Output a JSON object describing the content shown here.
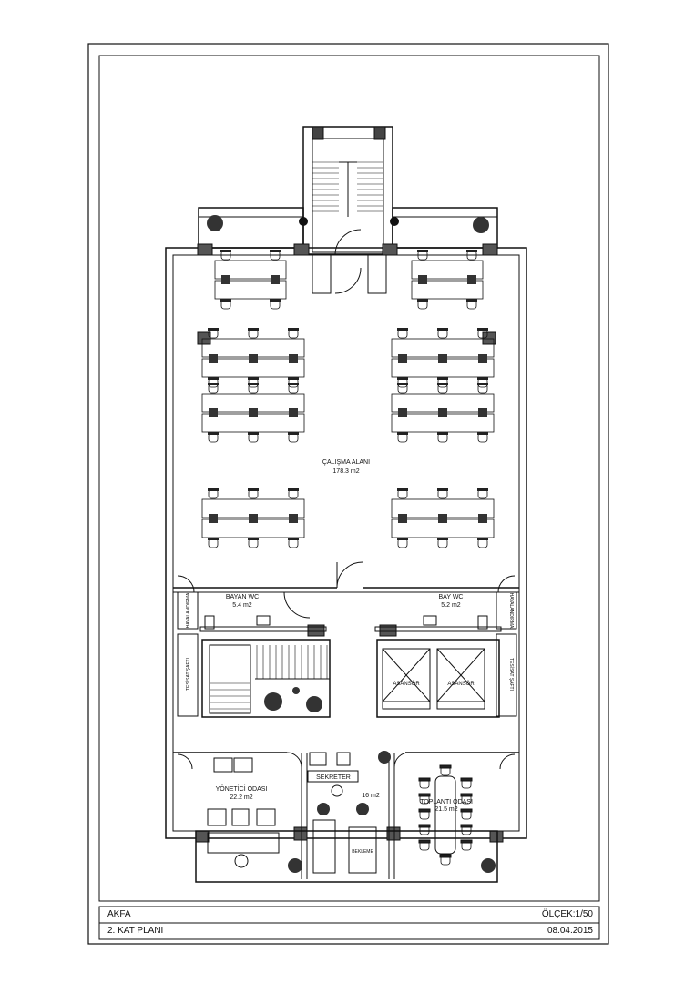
{
  "title_block": {
    "project": "AKFA",
    "scale": "ÖLÇEK:1/50",
    "sheet_title": "2. KAT PLANI",
    "date": "08.04.2015"
  },
  "rooms": {
    "work_area": {
      "name": "ÇALIŞMA ALANI",
      "area": "178.3 m2"
    },
    "women_wc": {
      "name": "BAYAN WC",
      "area": "5.4 m2"
    },
    "men_wc": {
      "name": "BAY WC",
      "area": "5.2 m2"
    },
    "manager": {
      "name": "YÖNETİCİ ODASI",
      "area": "22.2 m2"
    },
    "secretary": {
      "name": "SEKRETER"
    },
    "lobby": {
      "area": "16 m2"
    },
    "meeting": {
      "name": "TOPLANTI ODASI",
      "area": "21.5 m2"
    },
    "waiting": {
      "name": "BEKLEME"
    }
  },
  "labels": {
    "ventilation": "HAVALANDIRMA",
    "shaft": "TESİSAT ŞAFTI",
    "elevator": "ASANSÖR"
  },
  "colors": {
    "line": "#111111",
    "fill_dark": "#333333",
    "column": "#555555"
  }
}
